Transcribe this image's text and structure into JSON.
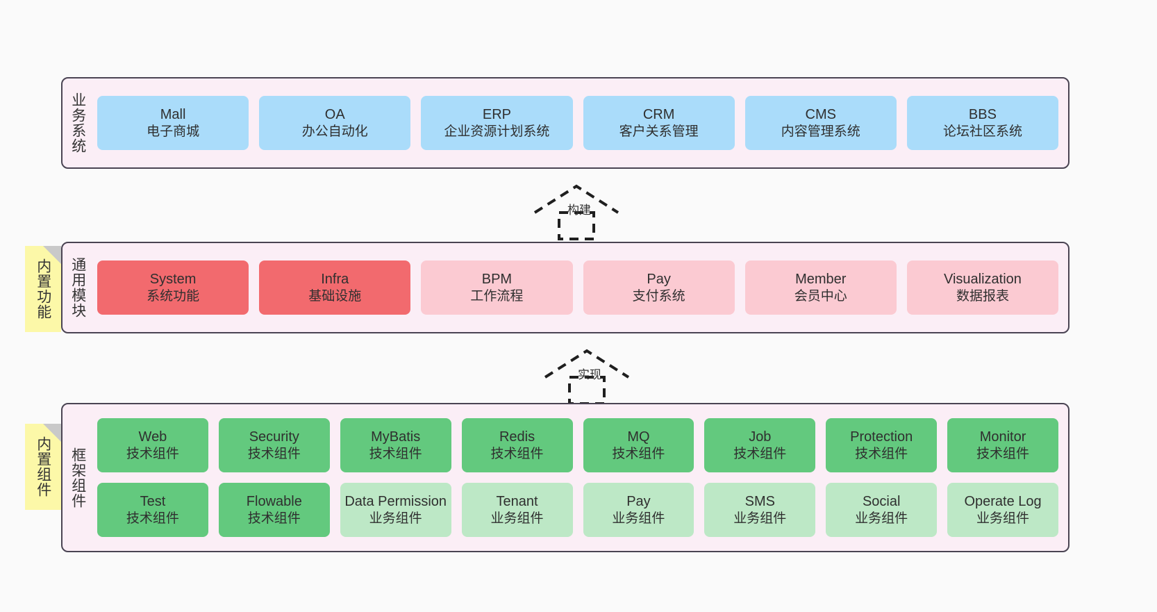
{
  "layers": [
    {
      "id": "business-systems",
      "label": "业务系统",
      "rows": [
        {
          "cards": [
            {
              "title": "Mall",
              "subtitle": "电子商城",
              "color": "h-blue"
            },
            {
              "title": "OA",
              "subtitle": "办公自动化",
              "color": "h-blue"
            },
            {
              "title": "ERP",
              "subtitle": "企业资源计划系统",
              "color": "h-blue"
            },
            {
              "title": "CRM",
              "subtitle": "客户关系管理",
              "color": "h-blue"
            },
            {
              "title": "CMS",
              "subtitle": "内容管理系统",
              "color": "h-blue"
            },
            {
              "title": "BBS",
              "subtitle": "论坛社区系统",
              "color": "h-blue"
            }
          ]
        }
      ]
    },
    {
      "id": "common-modules",
      "label": "通用模块",
      "note": "内置功能",
      "rows": [
        {
          "cards": [
            {
              "title": "System",
              "subtitle": "系统功能",
              "color": "h-red"
            },
            {
              "title": "Infra",
              "subtitle": "基础设施",
              "color": "h-red"
            },
            {
              "title": "BPM",
              "subtitle": "工作流程",
              "color": "h-pink"
            },
            {
              "title": "Pay",
              "subtitle": "支付系统",
              "color": "h-pink"
            },
            {
              "title": "Member",
              "subtitle": "会员中心",
              "color": "h-pink"
            },
            {
              "title": "Visualization",
              "subtitle": "数据报表",
              "color": "h-pink"
            }
          ]
        }
      ]
    },
    {
      "id": "framework-components",
      "label": "框架组件",
      "note": "内置组件",
      "rows": [
        {
          "cards": [
            {
              "title": "Web",
              "subtitle": "技术组件",
              "color": "h-green"
            },
            {
              "title": "Security",
              "subtitle": "技术组件",
              "color": "h-green"
            },
            {
              "title": "MyBatis",
              "subtitle": "技术组件",
              "color": "h-green"
            },
            {
              "title": "Redis",
              "subtitle": "技术组件",
              "color": "h-green"
            },
            {
              "title": "MQ",
              "subtitle": "技术组件",
              "color": "h-green"
            },
            {
              "title": "Job",
              "subtitle": "技术组件",
              "color": "h-green"
            },
            {
              "title": "Protection",
              "subtitle": "技术组件",
              "color": "h-green"
            },
            {
              "title": "Monitor",
              "subtitle": "技术组件",
              "color": "h-green"
            }
          ]
        },
        {
          "cards": [
            {
              "title": "Test",
              "subtitle": "技术组件",
              "color": "h-green"
            },
            {
              "title": "Flowable",
              "subtitle": "技术组件",
              "color": "h-green"
            },
            {
              "title": "Data Permission",
              "subtitle": "业务组件",
              "color": "h-lgreen"
            },
            {
              "title": "Tenant",
              "subtitle": "业务组件",
              "color": "h-lgreen"
            },
            {
              "title": "Pay",
              "subtitle": "业务组件",
              "color": "h-lgreen"
            },
            {
              "title": "SMS",
              "subtitle": "业务组件",
              "color": "h-lgreen"
            },
            {
              "title": "Social",
              "subtitle": "业务组件",
              "color": "h-lgreen"
            },
            {
              "title": "Operate Log",
              "subtitle": "业务组件",
              "color": "h-lgreen"
            }
          ]
        }
      ]
    }
  ],
  "connectors": [
    {
      "id": "build",
      "label": "构建"
    },
    {
      "id": "implement",
      "label": "实现"
    }
  ],
  "colors": {
    "layer_background": "#fbeef6",
    "layer_border": "#4a4453",
    "note_background": "#fcf8a8",
    "business_card": "#aadcfa",
    "module_primary": "#f26a6e",
    "module_secondary": "#fbcad2",
    "tech_component": "#63c97e",
    "business_component": "#bde8c6",
    "page_background": "#fafafa"
  }
}
